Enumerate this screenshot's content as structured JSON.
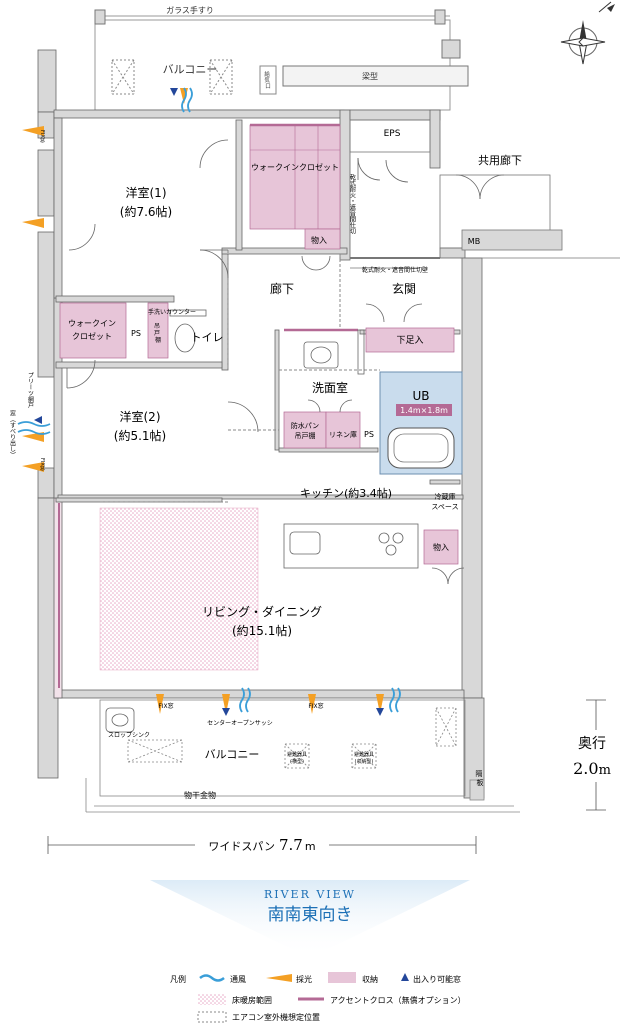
{
  "top": {
    "glass_railing": "ガラス手すり",
    "balcony": "バルコニー",
    "ventilation": "給\n気\n口",
    "beam": "梁型"
  },
  "rooms": {
    "western1_name": "洋室(1)",
    "western1_size": "(約7.6帖)",
    "western2_name": "洋室(2)",
    "western2_size": "(約5.1帖)",
    "walk_in_closet_big": "ウォークインクロゼット",
    "walk_in_closet_small_l1": "ウォークイン",
    "walk_in_closet_small_l2": "クロゼット",
    "storage": "物入",
    "storage2": "物入",
    "hallway": "廊下",
    "entrance": "玄関",
    "shoe_storage": "下足入",
    "ps": "PS",
    "ps2": "PS",
    "toilet": "トイレ",
    "hand_wash": "手洗いカウンター",
    "cabinet": "吊\n戸\n棚",
    "washroom": "洗面室",
    "ub": "UB",
    "ub_size": "1.4m×1.8m",
    "waterproof_pan_l1": "防水パン",
    "waterproof_pan_l2": "吊戸棚",
    "linen": "リネン庫",
    "kitchen": "キッチン(約3.4帖)",
    "fridge_l1": "冷蔵庫",
    "fridge_l2": "スペース",
    "living_l1": "リビング・ダイニング",
    "living_l2": "(約15.1帖)",
    "eps": "EPS",
    "common_corridor": "共用廊下",
    "mb": "MB",
    "fire_door_vertical": "乾式耐火・遮音間仕切",
    "fire_door_horizontal": "乾式耐火・遮音間仕切壁"
  },
  "bottom": {
    "fix_window_left": "FIX窓",
    "fix_window_right": "FIX窓",
    "center_sash": "センターオープンサッシ",
    "slop_sink": "スロップシンク",
    "balcony": "バルコニー",
    "ac_unit1_l1": "避難器具",
    "ac_unit1_l2": "(横型)",
    "ac_unit2_l1": "避難器具",
    "ac_unit2_l2": "(収納型)",
    "laundry_pole": "物干金物",
    "partition": "隔\n板",
    "depth_label": "奥行",
    "depth_value": "2.0",
    "depth_unit": "m",
    "width_label": "ワイドスパン",
    "width_value": "7.7",
    "width_unit": "m",
    "left_label_1": "プリーツ網戸",
    "left_label_2": "FIX窓",
    "left_label_3": "窓（すべり出し）",
    "left_label_4": "FIX窓"
  },
  "orientation": {
    "river_view": "RIVER VIEW",
    "direction": "南南東向き"
  },
  "legend": {
    "title": "凡例",
    "ventilation": "通風",
    "light": "採光",
    "storage": "収納",
    "door": "出入り可能窓",
    "floor_heating": "床暖房範囲",
    "accent_cloth": "アクセントクロス（無償オプション）",
    "ac_position": "エアコン室外機想定位置"
  },
  "colors": {
    "storage_fill": "#e7c5d8",
    "accent_line": "#b46a95",
    "floor_heating": "#e7a9c6",
    "ub_fill": "#c9dced",
    "wall": "#777777",
    "wall_fill": "#d8d8d8",
    "light_arrow": "#f4a024",
    "vent_blue": "#3a9ed8",
    "triangle_blue": "#23479a",
    "banner_blue": "#1c70b6"
  }
}
